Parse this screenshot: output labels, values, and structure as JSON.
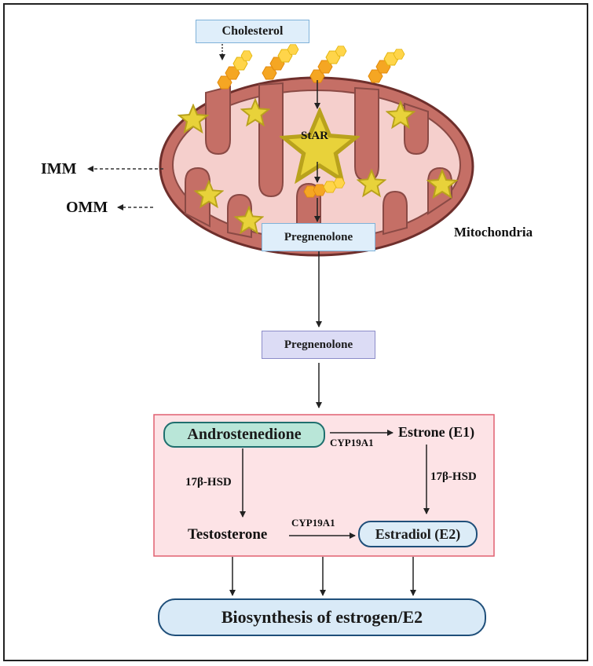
{
  "labels": {
    "cholesterol": "Cholesterol",
    "star": "StAR",
    "imm": "IMM",
    "omm": "OMM",
    "pregnenolone_inner": "Pregnenolone",
    "mitochondria": "Mitochondria",
    "pregnenolone_outer": "Pregnenolone",
    "androstenedione": "Androstenedione",
    "estrone": "Estrone (E1)",
    "cyp_top": "CYP19A1",
    "hsd_left": "17β-HSD",
    "hsd_right": "17β-HSD",
    "testosterone": "Testosterone",
    "cyp_bottom": "CYP19A1",
    "estradiol": "Estradiol (E2)",
    "biosynthesis": "Biosynthesis of estrogen/E2"
  },
  "colors": {
    "outer_membrane": "#c56f66",
    "inner_space": "#f5cfcc",
    "membrane_border": "#6e2f2c",
    "star_fill": "#e8d23a",
    "hexagon_fill": "#f5a623",
    "blue_box": "#dfeefa",
    "purple_box": "#dcdcf5",
    "steroid_panel": "#fde3e6",
    "androstenedione_fill": "#b9e6d8",
    "estradiol_fill": "#dcecf7",
    "biosynthesis_fill": "#d9eaf7"
  }
}
